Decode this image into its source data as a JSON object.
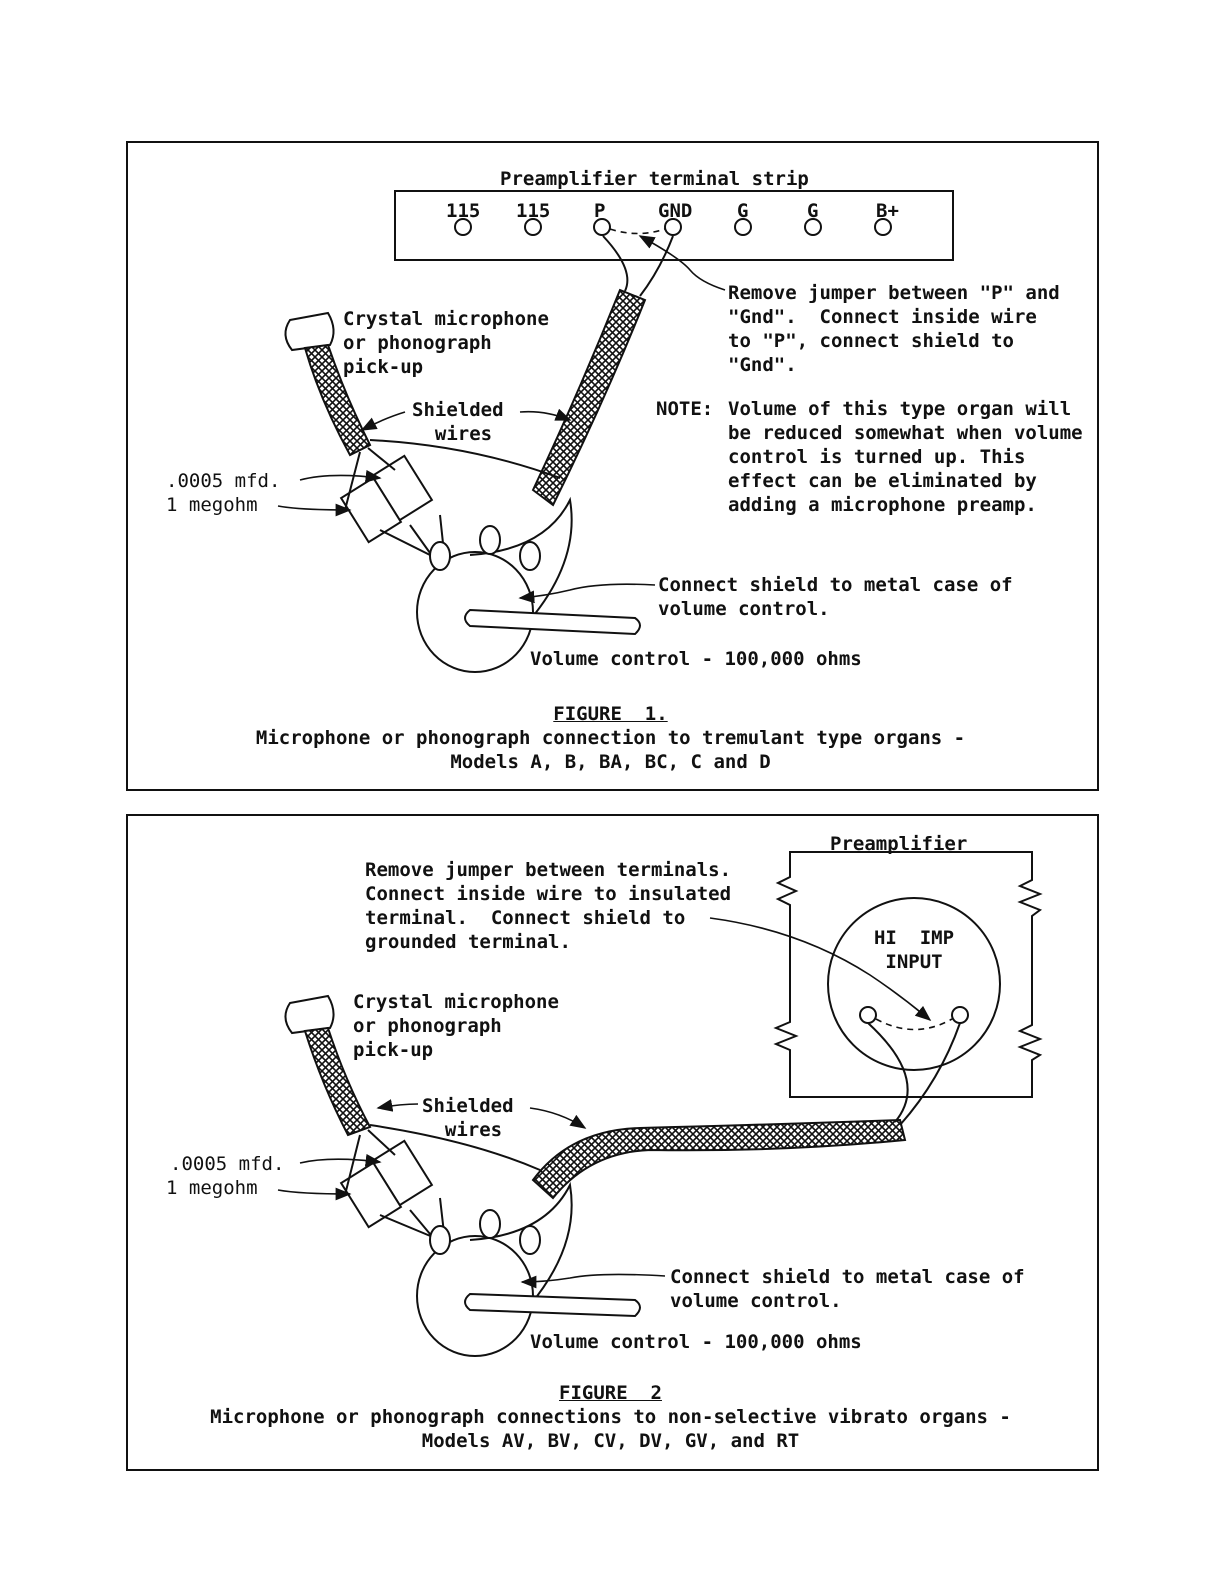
{
  "figure1": {
    "strip_title": "Preamplifier terminal strip",
    "terminals": [
      "115",
      "115",
      "P",
      "GND",
      "G",
      "G",
      "B+"
    ],
    "mic_label": "Crystal microphone\nor phonograph\npick-up",
    "shielded_label": "Shielded\n  wires",
    "remove_jumper_note": "Remove jumper between \"P\" and\n\"Gnd\".  Connect inside wire\nto \"P\", connect shield to\n\"Gnd\".",
    "note_label": "NOTE:",
    "note_text": "Volume of this type organ will\nbe reduced somewhat when volume\ncontrol is turned up. This\neffect can be eliminated by\nadding a microphone preamp.",
    "capacitor_label": ".0005 mfd.",
    "resistor_label": "1 megohm",
    "shield_case_note": "Connect shield to metal case of\nvolume control.",
    "volume_label": "Volume control - 100,000 ohms",
    "caption_title": "FIGURE  1.",
    "caption_text": "Microphone or phonograph connection to tremulant type organs -\nModels A, B, BA, BC, C and D"
  },
  "figure2": {
    "preamp_title": "Preamplifier",
    "input_label": "HI  IMP\nINPUT",
    "remove_jumper_note": "Remove jumper between terminals.\nConnect inside wire to insulated\nterminal.  Connect shield to\ngrounded terminal.",
    "mic_label": "Crystal microphone\nor phonograph\npick-up",
    "shielded_label": "Shielded\n  wires",
    "capacitor_label": ".0005 mfd.",
    "resistor_label": "1 megohm",
    "shield_case_note": "Connect shield to metal case of\nvolume control.",
    "volume_label": "Volume control - 100,000 ohms",
    "caption_title": "FIGURE  2",
    "caption_text": "Microphone or phonograph connections to non-selective vibrato organs -\nModels AV, BV, CV, DV, GV, and RT"
  }
}
